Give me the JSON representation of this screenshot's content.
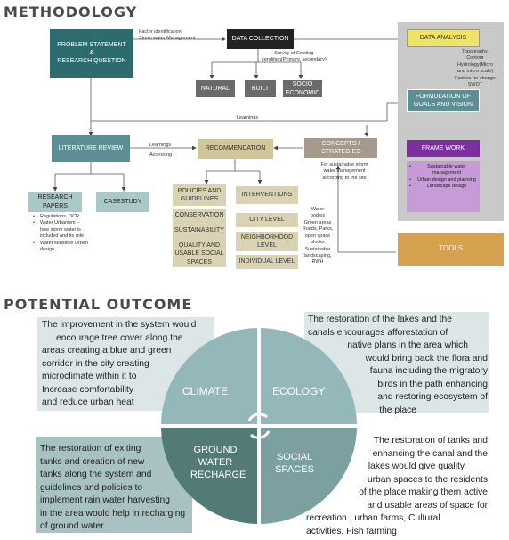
{
  "methodology": {
    "heading": "METHODOLOGY",
    "problem_statement": [
      "PROBLEM STATEMENT",
      "&",
      "RESEARCH QUESTION"
    ],
    "factor_label": [
      "Factor identification",
      "Storm water Management"
    ],
    "data_collection": "DATA COLLECTION",
    "survey_label": [
      "Survey of Existing",
      "condition(Primary, secondary)"
    ],
    "natural": "NATURAL",
    "built": "BUILT",
    "socio": [
      "SOCIO",
      "ECONOMIC"
    ],
    "data_analysis": "DATA ANALYSIS",
    "analysis_notes": [
      "Topography,",
      "Contour",
      "Hydrology(Micro",
      "and micro scale)",
      "Factors for change",
      "SWOT"
    ],
    "formulation": [
      "FORMULATION OF",
      "GOALS AND VISION"
    ],
    "learnings_top": "Learnings",
    "literature_review": "LITERATURE REVIEW",
    "learnings_mid": "Learnings",
    "accessing": "Accessing",
    "recommendation": "RECOMMENDATION",
    "concepts": [
      "CONCEPTS /",
      "STRATEGIES"
    ],
    "concepts_note": [
      "For sustainable storm",
      "water management",
      "according to the site"
    ],
    "framework": "FRAME WORK",
    "framework_items": [
      "Sustainable water management",
      "Urban design and planning",
      "Landscape design"
    ],
    "tools": "TOOLS",
    "research_papers": [
      "RESEARCH",
      "PAPERS"
    ],
    "casestudy": "CASESTUDY",
    "research_bullets": [
      "Regulations, DCR",
      "Water Urbanism – how storm water is included and its role",
      "Water sensitive Urban design"
    ],
    "policies": [
      "POLICIES AND",
      "GUIDELINES"
    ],
    "policy_items": [
      "CONSERVATION",
      "SUSTAINABILITY",
      "QUALITY AND USABLE SOCIAL SPACES"
    ],
    "interventions": "INTERVENTIONS",
    "levels": [
      "CITY LEVEL",
      "NEIGHBORHOOD LEVEL",
      "INDIVIDUAL LEVEL"
    ],
    "water_note": [
      "Water",
      "bodies",
      "Green areas",
      "Roads, Parks,",
      "open space",
      "blocks",
      "Sustainable",
      "landscaping,",
      "RWH"
    ]
  },
  "outcome": {
    "heading": "POTENTIAL OUTCOME",
    "climate": "CLIMATE",
    "ecology": "ECOLOGY",
    "ground_water": [
      "GROUND",
      "WATER",
      "RECHARGE"
    ],
    "social_spaces": [
      "SOCIAL",
      "SPACES"
    ],
    "climate_text": [
      "The improvement in the system would",
      "encourage tree cover along the",
      "areas creating a blue and green",
      "corridor in the city creating",
      "microclimate within it to",
      "Increase comfortability",
      "and reduce urban heat"
    ],
    "ecology_text": [
      "The restoration of the lakes and the",
      "canals encourages afforestation of",
      "native plans in the area which",
      "would bring back the flora and",
      "fauna including the migratory",
      "birds in the path enhancing",
      "and restoring ecosystem of",
      "the place"
    ],
    "ground_text": [
      "The restoration of exiting",
      "tanks and creation of new",
      "tanks along the system and",
      "guidelines and policies to",
      "implement rain water harvesting",
      "in the area would help in recharging",
      "of ground water"
    ],
    "social_text": [
      "The restoration of tanks and",
      "enhancing the canal and the",
      "lakes would give quality",
      "urban spaces to the residents",
      "of the place making them active",
      "and usable areas of space for",
      "recreation , urban farms, Cultural",
      "activities, Fish farming"
    ]
  },
  "colors": {
    "teal": "#5b8f94",
    "dark_teal": "#2e6b6e",
    "tan": "#d9d3b4",
    "purple": "#7b2fa0",
    "orange": "#d7a250",
    "circle_light": "#94b8b9",
    "circle_dark": "#547a78"
  }
}
